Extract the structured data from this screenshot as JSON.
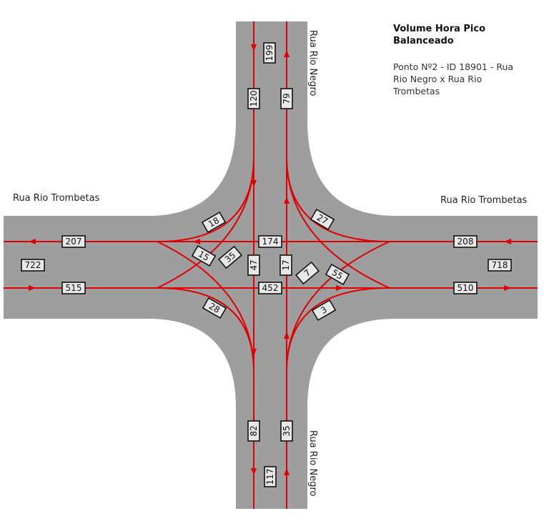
{
  "title": "Volume Hora Pico Balanceado",
  "subtitle": "Ponto Nº2 - ID 18901  - Rua Rio Negro x Rua Rio Trombetas",
  "streets": {
    "west": "Rua Rio Trombetas",
    "east": "Rua Rio Trombetas",
    "north": "Rua Rio Negro",
    "south": "Rua Rio Negro"
  },
  "colors": {
    "road": "#9e9e9e",
    "flow": "#e00000",
    "label_fill": "#e8e8e8",
    "label_stroke": "#111111"
  },
  "volumes": {
    "north_total": "199",
    "north_out": "120",
    "north_in": "79",
    "south_total": "117",
    "south_out": "82",
    "south_in": "35",
    "west_total": "722",
    "west_out": "207",
    "west_in": "515",
    "east_total": "718",
    "east_in": "208",
    "east_out": "510",
    "through_ew": "174",
    "through_we": "452",
    "through_ns": "47",
    "through_sn": "17",
    "turn_18": "18",
    "turn_27": "27",
    "turn_15": "15",
    "turn_35": "35",
    "turn_7": "7",
    "turn_55": "55",
    "turn_28": "28",
    "turn_3": "3"
  }
}
